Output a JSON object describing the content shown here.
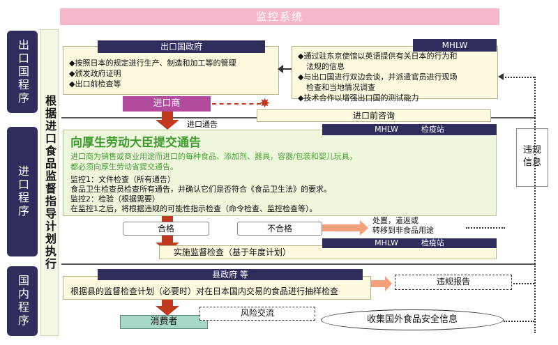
{
  "title": "监控系统",
  "stages": {
    "export": "出口国程序",
    "import": "进口程序",
    "domestic": "国内程序"
  },
  "vertical_label": "根据进口食品监督指导计划执行",
  "export_gov": {
    "header": "出口国政府",
    "items": [
      "◆按照日本的规定进行生产、制造和加工等的管理",
      "◆颁发政府证明",
      "◆出口前检查等"
    ]
  },
  "mhlw_top": {
    "header": "MHLW",
    "items": [
      "◆通过驻东京使馆以英语提供有关日本的行为和",
      "法规的信息",
      "◆与出口国进行双边会谈，并派遣官员进行现场",
      "检查和当地情况调查",
      "◆技术合作以增强出口国的测试能力"
    ]
  },
  "importer": "进口商",
  "pre_export_consult": "进口前咨询",
  "import_notice_label": "进口通告",
  "mhlw_quarantine": "MHLW　　　检疫站",
  "notification": {
    "title": "向厚生劳动大臣提交通告",
    "desc": [
      "进口商为销售或商业用途而进口的每种食品、添加剂、器具，容器/包装和婴儿玩具，",
      "都必须向厚生劳动省提交通告。"
    ],
    "lines": [
      "监控1：文件检查（所有通告）",
      "食品卫生检查员检查所有通告，并确认它们是否符合《食品卫生法》的要求。",
      "监控2：检验（根据需要）",
      "在监控1之后，将根据违规的可能性指示检查（命令检查、监控检查等）。"
    ]
  },
  "pass": "合格",
  "fail": "不合格",
  "disposal": [
    "处置，遣返或",
    "转移到非食品用途"
  ],
  "monitoring": "实施监督检查（基于年度计划）",
  "mhlw_quarantine2": "MHLW　　　检疫站",
  "prefecture": "县政府 等",
  "sampling": "根据县的监督检查计划（必要时）对在日本国内交易的食品进行抽样检查",
  "violation_report": "违规报告",
  "consumer": "消费者",
  "risk_comm": "风险交流",
  "collect_info": "收集国外食品安全信息",
  "violation_info": "违规信息"
}
